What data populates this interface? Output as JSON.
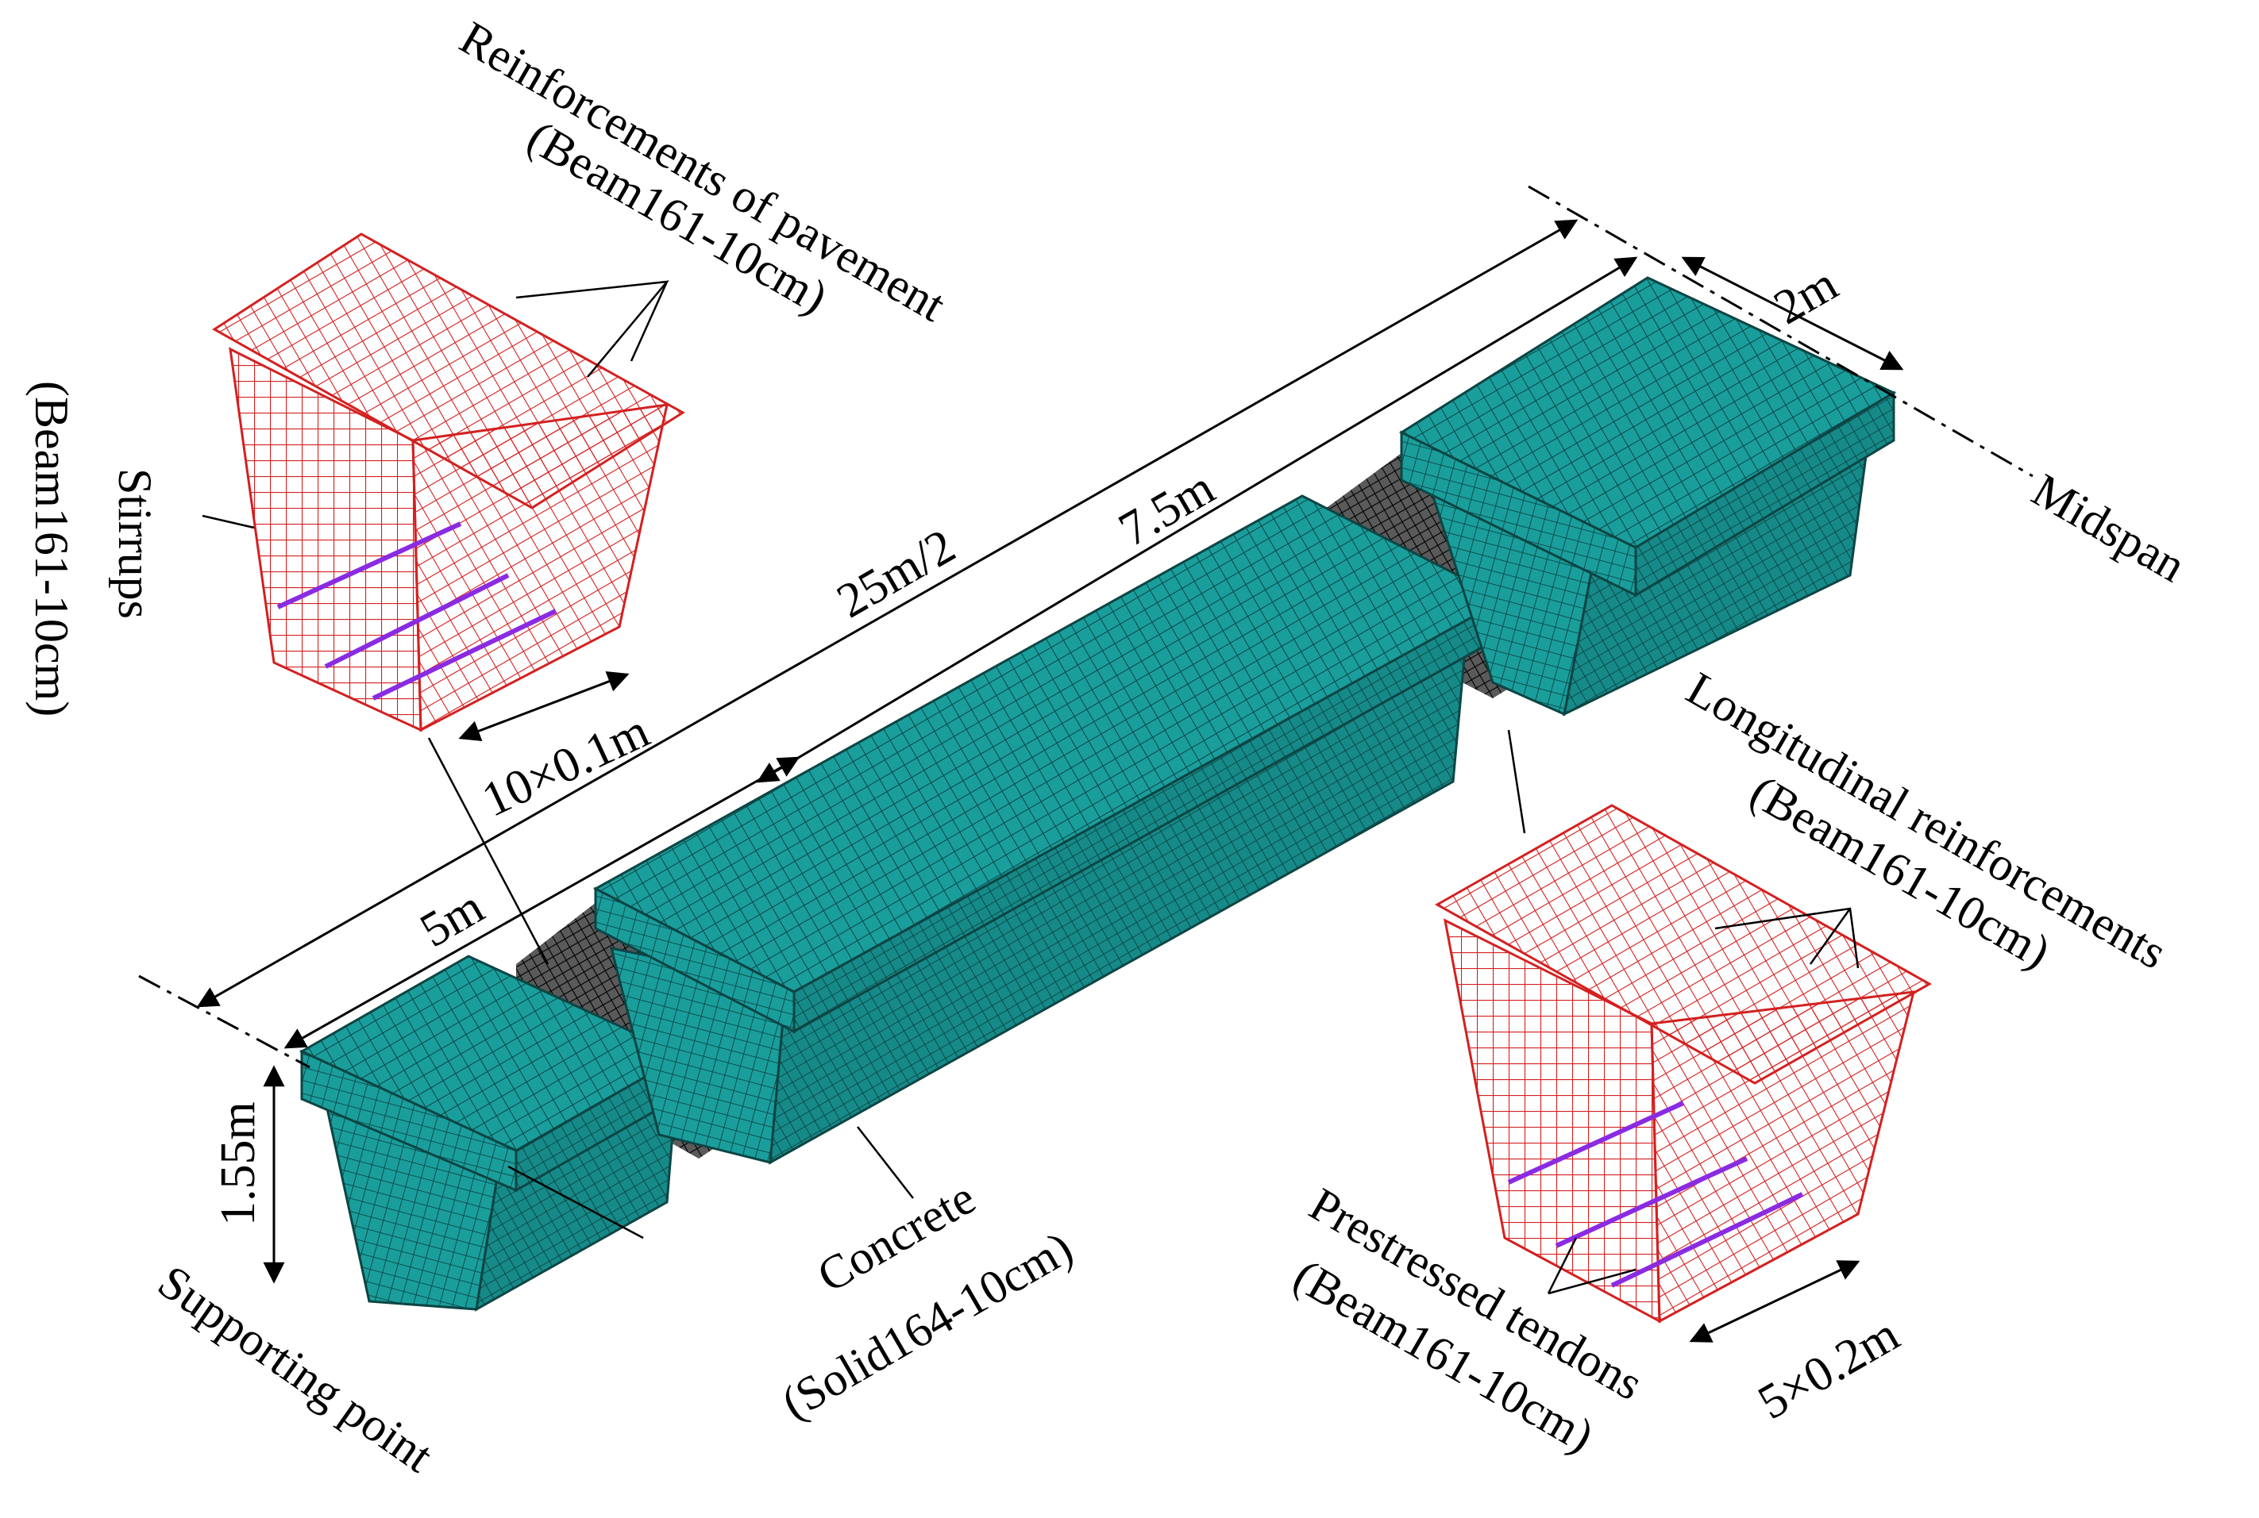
{
  "labels": {
    "reinf_pavement_1": "Reinforcements of pavement",
    "reinf_pavement_2": "(Beam161-10cm)",
    "stirrups_1": "Stirrups",
    "stirrups_2": "(Beam161-10cm)",
    "midspan": "Midspan",
    "supporting_point": "Supporting point",
    "concrete_1": "Concrete",
    "concrete_2": "(Solid164-10cm)",
    "longit_1": "Longitudinal reinforcements",
    "longit_2": "(Beam161-10cm)",
    "prestressed_1": "Prestressed tendons",
    "prestressed_2": "(Beam161-10cm)"
  },
  "dimensions": {
    "half_span": "25m/2",
    "mid_length": "7.5m",
    "end_length": "5m",
    "width": "2m",
    "height": "1.55m",
    "stirrup_spacing": "10×0.1m",
    "longit_spacing": "5×0.2m"
  },
  "colors": {
    "concrete": "#1a9e9c",
    "concrete_side": "#157f7d",
    "mesh_line": "#0c4544",
    "rebar": "#d42020",
    "tendon": "#8a2be2",
    "cage": "#000000"
  }
}
